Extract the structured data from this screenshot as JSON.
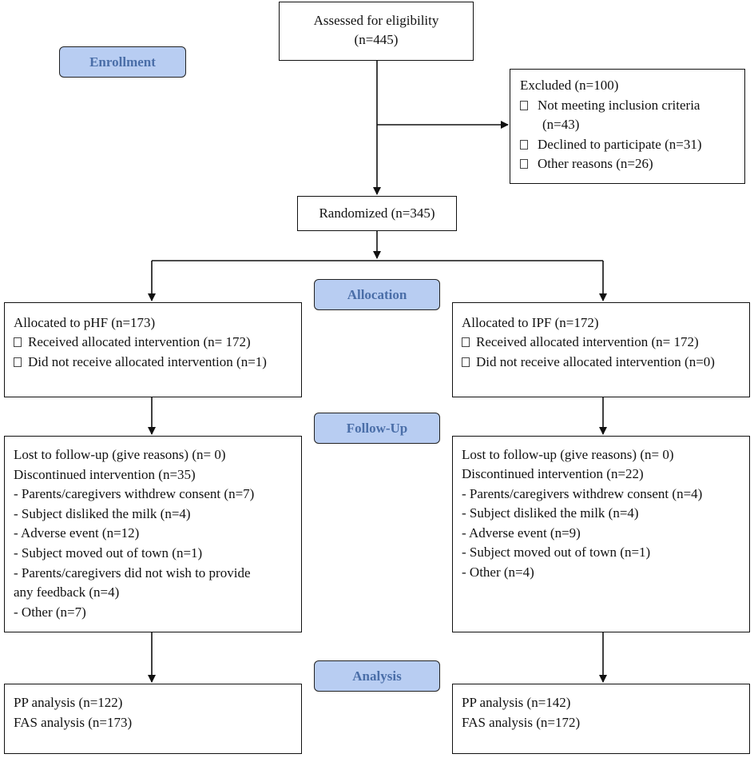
{
  "labels": {
    "enrollment": "Enrollment",
    "allocation": "Allocation",
    "followup": "Follow-Up",
    "analysis": "Analysis"
  },
  "assessed": {
    "line1": "Assessed for eligibility",
    "line2": "(n=445)"
  },
  "excluded": {
    "title": "Excluded (n=100)",
    "items": [
      {
        "line1": "Not meeting inclusion criteria",
        "line2": "(n=43)"
      },
      {
        "line1": "Declined to participate (n=31)"
      },
      {
        "line1": "Other reasons (n=26)"
      }
    ]
  },
  "randomized": "Randomized (n=345)",
  "allocated_left": {
    "title": "Allocated to pHF (n=173)",
    "items": [
      "Received allocated intervention (n= 172)",
      "Did not receive allocated intervention (n=1)"
    ]
  },
  "allocated_right": {
    "title": "Allocated to IPF (n=172)",
    "items": [
      "Received allocated intervention (n= 172)",
      "Did not receive allocated intervention (n=0)"
    ]
  },
  "followup_left": [
    "Lost to follow-up (give reasons) (n= 0)",
    "Discontinued intervention (n=35)",
    "- Parents/caregivers withdrew consent (n=7)",
    "- Subject disliked the milk (n=4)",
    "- Adverse event (n=12)",
    "- Subject moved out of town (n=1)",
    "- Parents/caregivers did not wish to provide",
    "any feedback (n=4)",
    "- Other (n=7)"
  ],
  "followup_right": [
    "Lost to follow-up (give reasons) (n= 0)",
    "Discontinued intervention (n=22)",
    "- Parents/caregivers withdrew consent (n=4)",
    "- Subject disliked the milk (n=4)",
    "- Adverse event (n=9)",
    "- Subject moved out of town (n=1)",
    "- Other (n=4)"
  ],
  "analysis_left": [
    "PP analysis (n=122)",
    "FAS analysis (n=173)"
  ],
  "analysis_right": [
    "PP analysis (n=142)",
    "FAS analysis (n=172)"
  ]
}
